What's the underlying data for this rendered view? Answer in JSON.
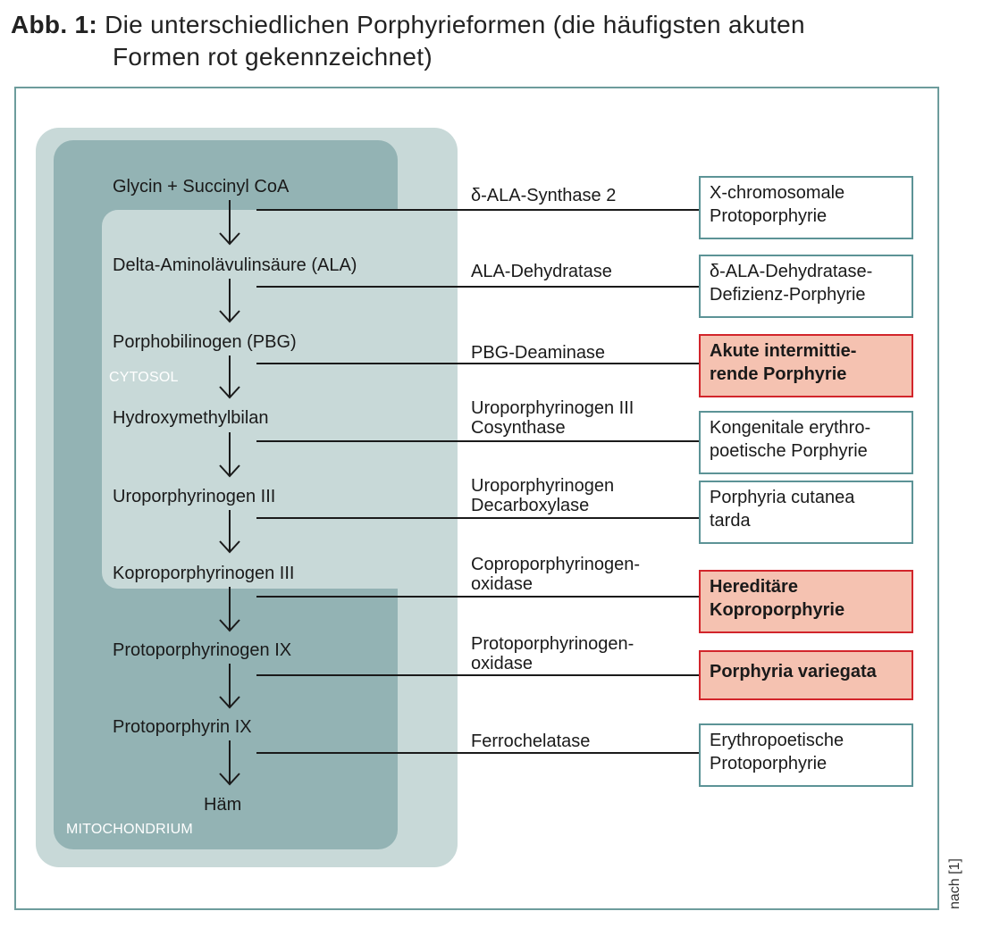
{
  "caption": {
    "label": "Abb. 1:",
    "text_line1": "Die unterschiedlichen Porphyrieformen (die häufigsten akuten",
    "text_line2": "Formen rot gekennzeichnet)"
  },
  "compartments": {
    "cytosol": "CYTOSOL",
    "mitochondrium": "MITOCHONDRIUM"
  },
  "metabolites": [
    "Glycin + Succinyl CoA",
    "Delta-Aminolävulinsäure (ALA)",
    "Porphobilinogen (PBG)",
    "Hydroxymethylbilan",
    "Uroporphyrinogen III",
    "Koproporphyrinogen III",
    "Protoporphyrinogen IX",
    "Protoporphyrin IX",
    "Häm"
  ],
  "enzymes": [
    {
      "line1": "δ-ALA-Synthase 2",
      "line2": ""
    },
    {
      "line1": "ALA-Dehydratase",
      "line2": ""
    },
    {
      "line1": "PBG-Deaminase",
      "line2": ""
    },
    {
      "line1": "Uroporphyrinogen III",
      "line2": "Cosynthase"
    },
    {
      "line1": "Uroporphyrinogen",
      "line2": "Decarboxylase"
    },
    {
      "line1": "Coproporphyrinogen-",
      "line2": "oxidase"
    },
    {
      "line1": "Protoporphyrinogen-",
      "line2": "oxidase"
    },
    {
      "line1": "Ferrochelatase",
      "line2": ""
    }
  ],
  "diseases": [
    {
      "line1": "X-chromosomale",
      "line2": "Protoporphyrie",
      "acute": false
    },
    {
      "line1": "δ-ALA-Dehydratase-",
      "line2": "Defizienz-Porphyrie",
      "acute": false
    },
    {
      "line1": "Akute intermittie-",
      "line2": "rende Porphyrie",
      "acute": true
    },
    {
      "line1": "Kongenitale erythro-",
      "line2": "poetische Porphyrie",
      "acute": false
    },
    {
      "line1": "Porphyria cutanea",
      "line2": "tarda",
      "acute": false
    },
    {
      "line1": "Hereditäre",
      "line2": "Koproporphyrie",
      "acute": true
    },
    {
      "line1": "Porphyria variegata",
      "line2": "",
      "acute": true
    },
    {
      "line1": "Erythropoetische",
      "line2": "Protoporphyrie",
      "acute": false
    }
  ],
  "source": "nach [1]",
  "colors": {
    "cytosol": "#c8d9d8",
    "mitochondrium": "#93b3b4",
    "frame": "#6d9c9c",
    "acute_fill": "#f5c2b1",
    "acute_border": "#d2252b",
    "box_border": "#5c9396"
  }
}
